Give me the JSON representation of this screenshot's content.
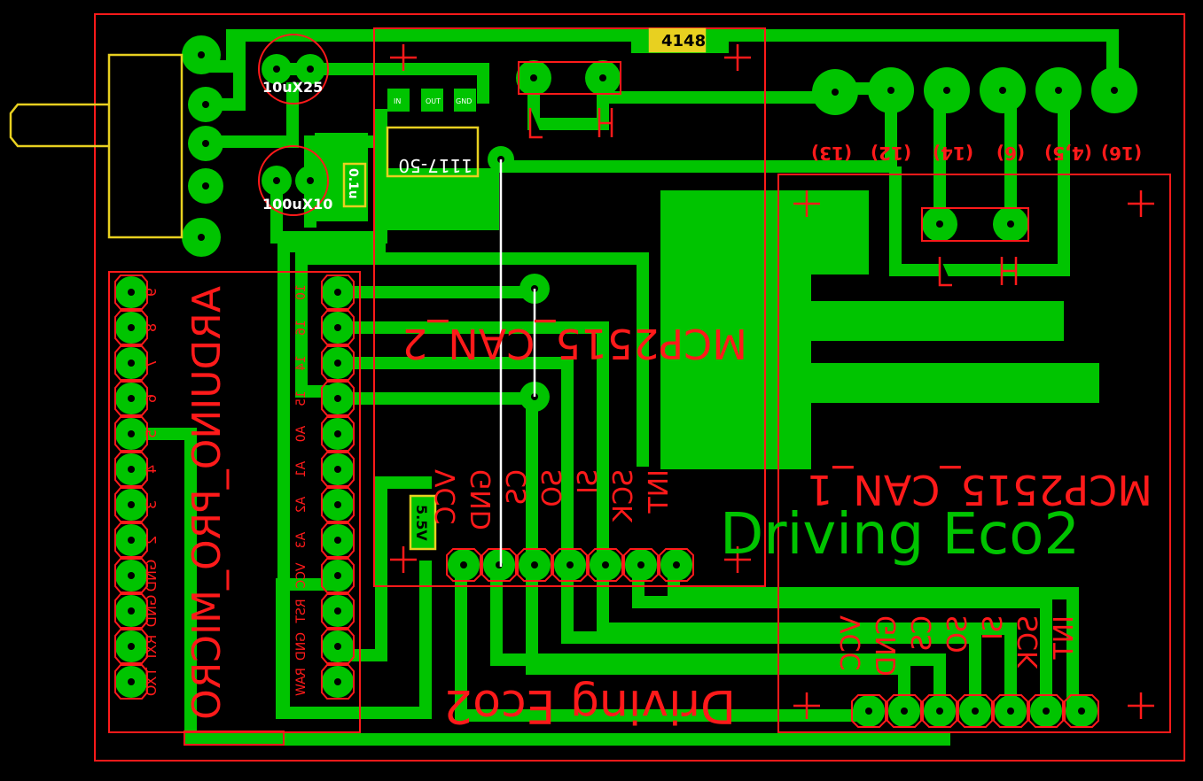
{
  "board": {
    "title_top": "Driving Eco2",
    "title_bottom_mirrored": "Driving Eco2",
    "colors": {
      "background": "#000000",
      "copper": "#00c400",
      "silkscreen": "#ff1a1a",
      "outline_yellow": "#e8d020",
      "drill": "#000000"
    }
  },
  "components": {
    "diode": "4148",
    "cap1": "10uX25",
    "cap2": "100uX10",
    "cap3": "0.1u",
    "regulator": "1117-50",
    "reg_pins": [
      "IN",
      "OUT",
      "GND"
    ],
    "zener": "5.5V",
    "arduino": "ARDUINO_PRO_MICRO",
    "can1": "MCP2515_CAN_1",
    "can2": "MCP2515_CAN_2",
    "jumper_top": [
      "L",
      "H"
    ],
    "jumper_right": [
      "L",
      "H"
    ]
  },
  "obd_labels": [
    "(16)",
    "(4,5)",
    "(6)",
    "(14)",
    "(12)",
    "(13)"
  ],
  "arduino_left_pins": [
    "9",
    "8",
    "7",
    "6",
    "5",
    "4",
    "3",
    "2",
    "GND",
    "GND",
    "RXI",
    "TXO"
  ],
  "arduino_right_pins": [
    "10",
    "16",
    "14",
    "15",
    "A0",
    "A1",
    "A2",
    "A3",
    "VCC",
    "RST",
    "GND",
    "RAW"
  ],
  "can_pins": [
    "VCC",
    "GND",
    "CS",
    "SO",
    "SI",
    "SCK",
    "INT"
  ]
}
